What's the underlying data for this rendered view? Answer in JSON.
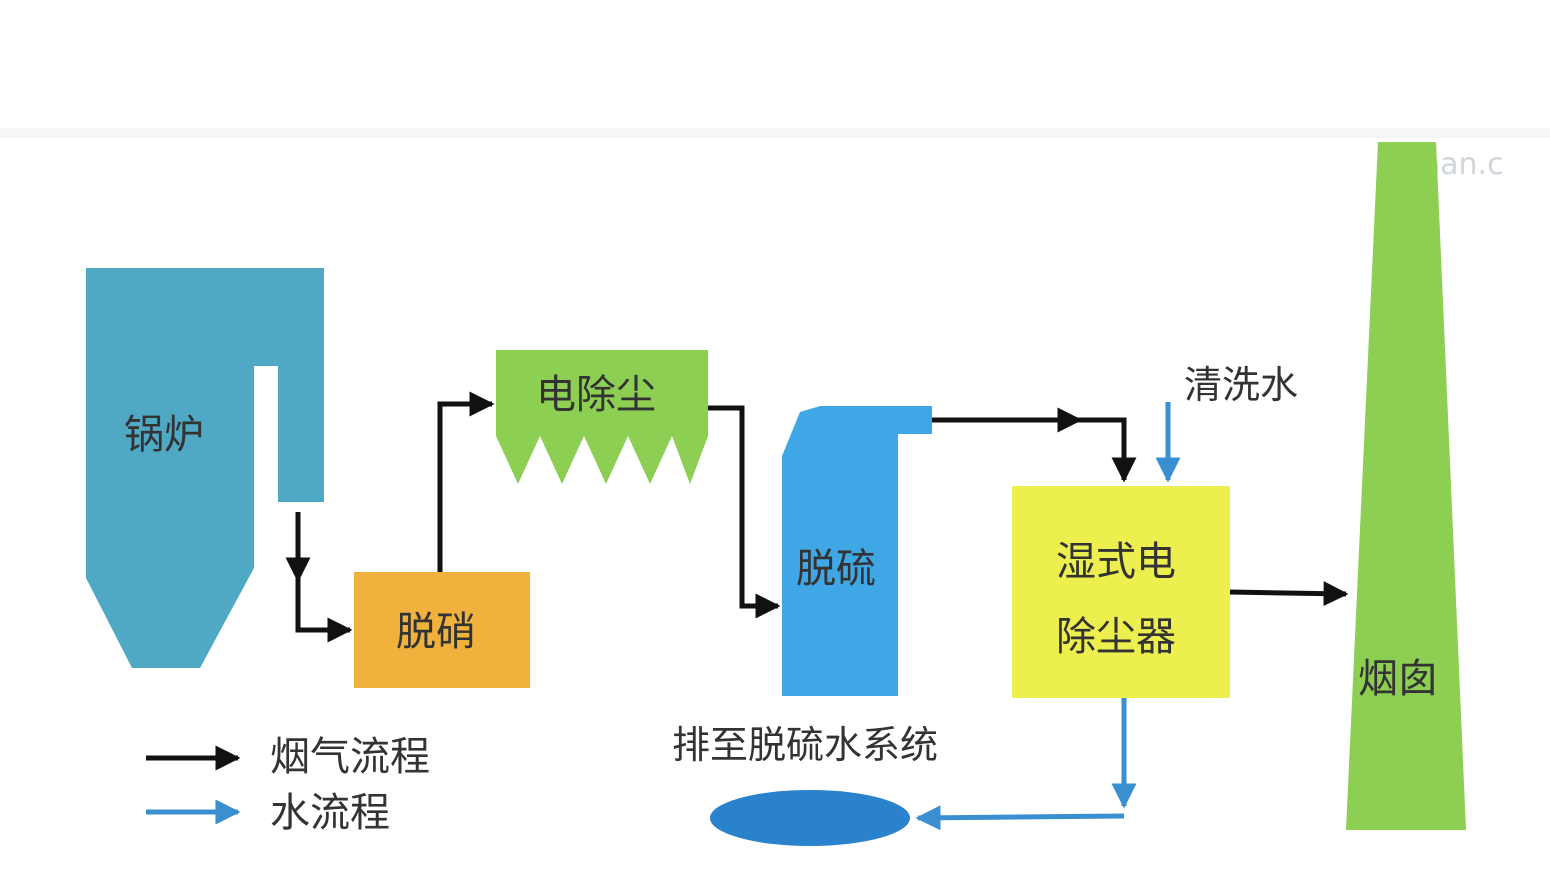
{
  "watermark": "ibzhan.c",
  "nodes": {
    "boiler": {
      "label": "锅炉",
      "color": "#4fa9c5"
    },
    "denox": {
      "label": "脱硝",
      "color": "#f0b23c"
    },
    "esp": {
      "label": "电除尘",
      "color": "#8ccf53"
    },
    "fgd": {
      "label": "脱硫",
      "color": "#3fa7e6"
    },
    "wesp": {
      "label_line1": "湿式电",
      "label_line2": "除尘器",
      "color": "#ecef4d"
    },
    "chimney": {
      "label": "烟囱",
      "color": "#8ccf53"
    },
    "drain_tank": {
      "color": "#2b82cc"
    }
  },
  "annotations": {
    "cleaning_water": "清洗水",
    "drain_to_fgd_water": "排至脱硫水系统"
  },
  "legend": {
    "flue_gas": "烟气流程",
    "water": "水流程"
  },
  "colors": {
    "flue_gas_arrow": "#111111",
    "water_arrow": "#3a8fd0"
  }
}
